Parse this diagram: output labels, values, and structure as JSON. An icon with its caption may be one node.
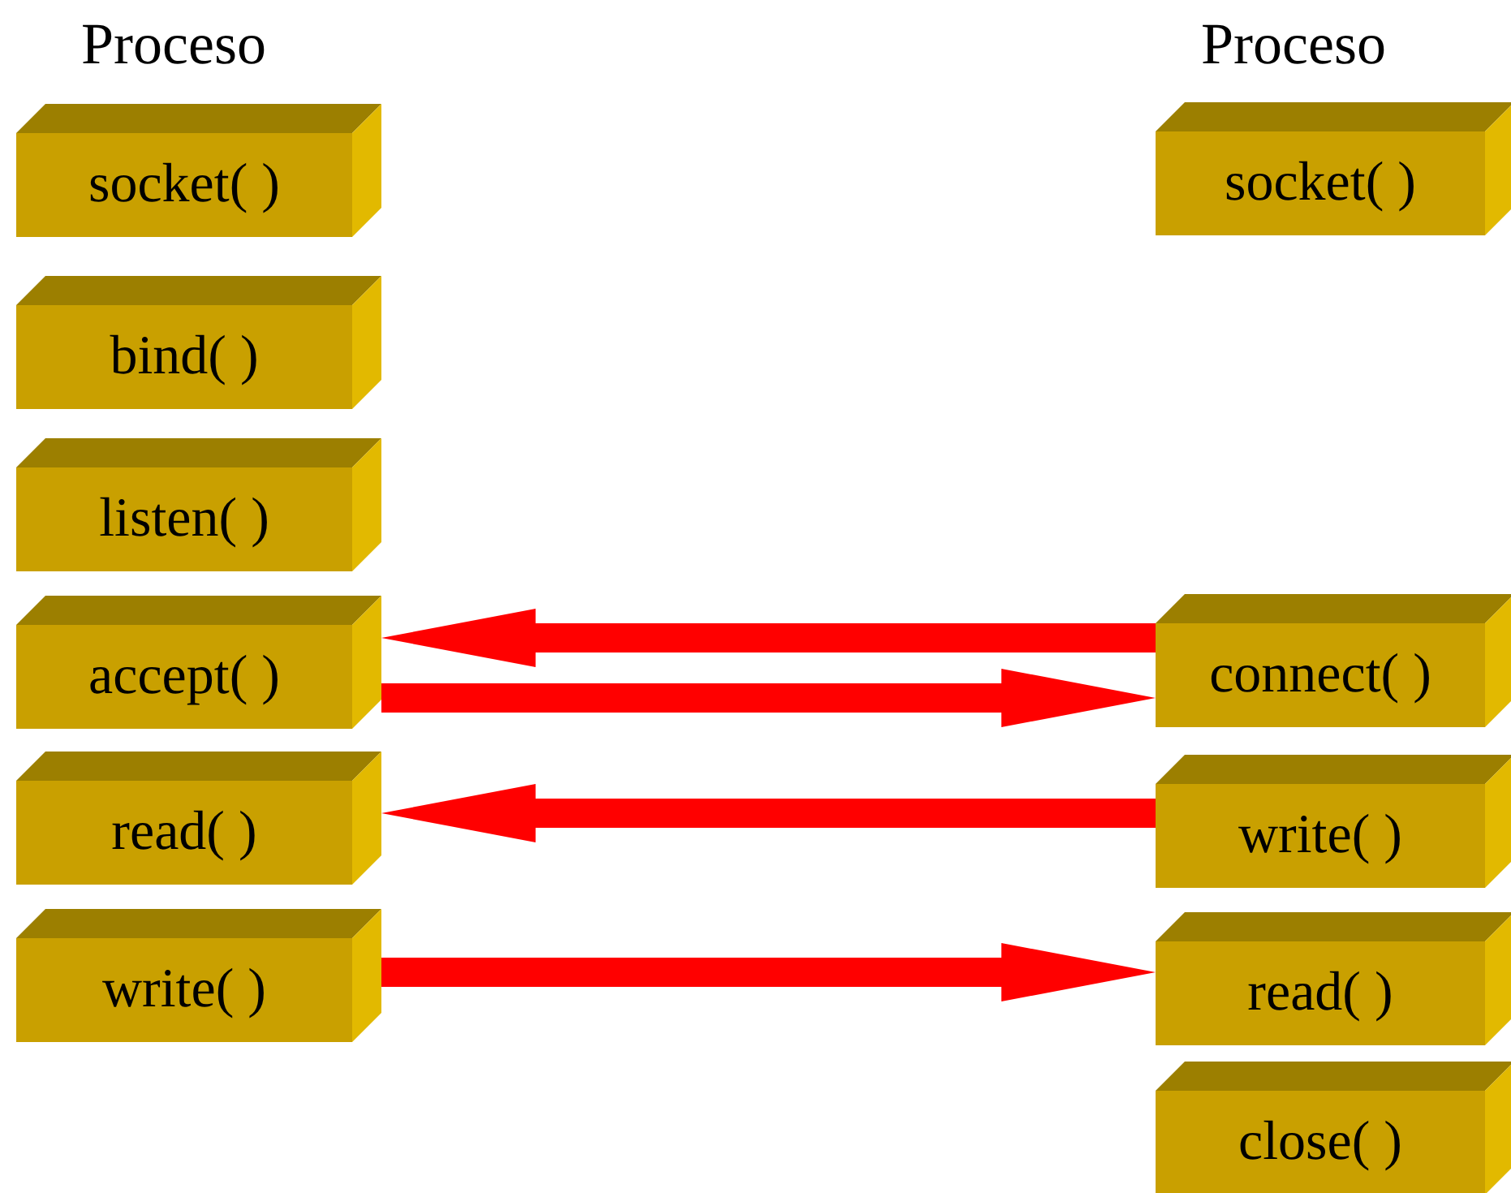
{
  "diagram": {
    "nodes": [
      {
        "text": [
          "socket( )"
        ]
      },
      {
        "text": [
          "bind( )"
        ]
      },
      {
        "text": [
          "listen( )"
        ]
      },
      {
        "text": [
          "accept( )"
        ]
      },
      {
        "text": [
          "read( )"
        ]
      },
      {
        "text": [
          "write( )"
        ]
      },
      {
        "text": [
          "socket( )"
        ]
      },
      {
        "text": [
          "connect( )"
        ]
      },
      {
        "text": [
          "write( )"
        ]
      },
      {
        "text": [
          "read( )"
        ]
      },
      {
        "text": [
          "close( )"
        ]
      }
    ],
    "edges": [
      {
        "from": 7,
        "to": 3,
        "arrow": "to"
      },
      {
        "from": 3,
        "to": 7,
        "arrow": "to"
      },
      {
        "from": 8,
        "to": 4,
        "arrow": "to"
      },
      {
        "from": 5,
        "to": 9,
        "arrow": "to"
      }
    ],
    "labels": [
      "Proceso",
      "Proceso"
    ]
  }
}
